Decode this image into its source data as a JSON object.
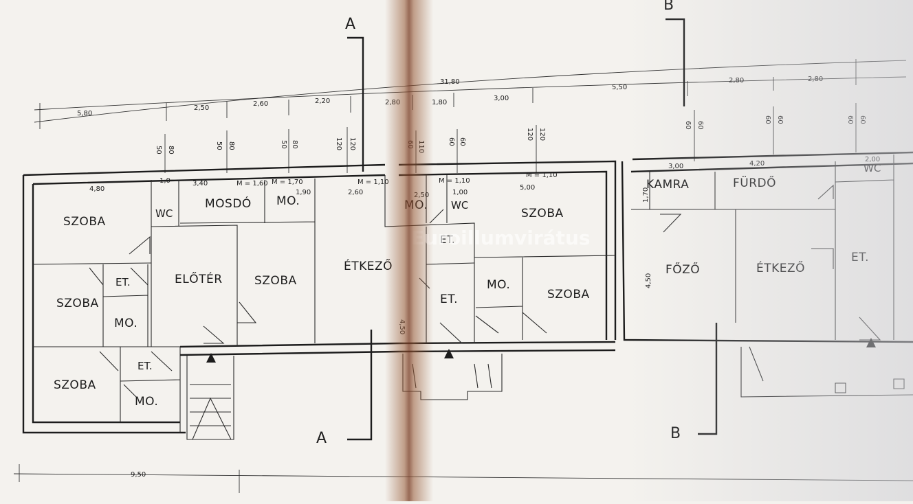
{
  "sections": [
    "A",
    "A",
    "B",
    "B"
  ],
  "overall_top": "31,80",
  "overall_bottom": "9,50",
  "top_dims": [
    "5,80",
    "2,50",
    "2,60",
    "2,20",
    "2,80",
    "1,80",
    "3,00",
    "5,50",
    "2,80",
    "2,80"
  ],
  "opening_dims": [
    "50",
    "80",
    "50",
    "80",
    "50",
    "80",
    "120",
    "120",
    "60",
    "110",
    "60",
    "60",
    "120",
    "120",
    "60",
    "60",
    "60",
    "60",
    "60",
    "60"
  ],
  "inner_dims": [
    "4,80",
    "1,0",
    "3,40",
    "M = 1,60",
    "M = 1,70",
    "1,90",
    "2,60",
    "M = 1,10",
    "2,50",
    "M = 1,10",
    "1,00",
    "5,00",
    "M = 1,10",
    "3,00",
    "4,20",
    "2,00",
    "1,70",
    "4,50",
    "4,50"
  ],
  "rooms": {
    "szoba": "SZOBA",
    "wc": "WC",
    "mosdo": "MOSDÓ",
    "mo": "MO.",
    "et": "ET.",
    "eloter": "ELŐTÉR",
    "etkezo": "ÉTKEZŐ",
    "kamra": "KAMRA",
    "furdo": "FÜRDŐ",
    "fozo": "FŐZŐ"
  },
  "watermark": "Euroillumvirátus"
}
